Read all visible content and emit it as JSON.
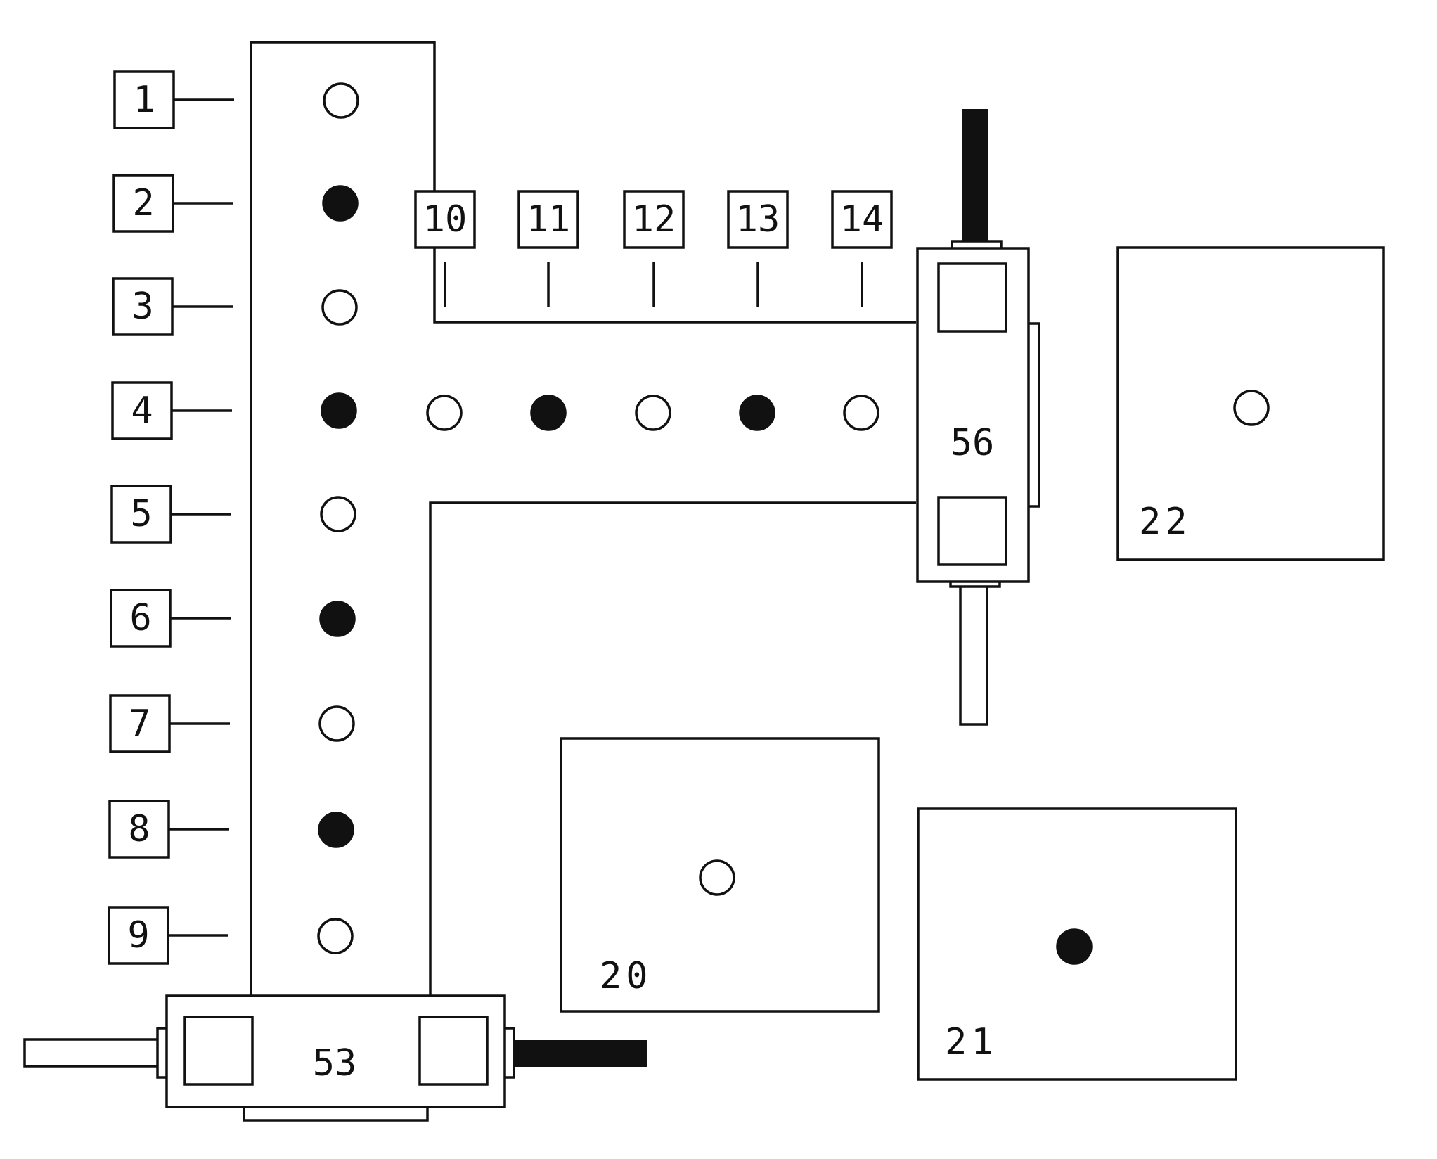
{
  "left_labels": [
    "1",
    "2",
    "3",
    "4",
    "5",
    "6",
    "7",
    "8",
    "9"
  ],
  "top_labels": [
    "10",
    "11",
    "12",
    "13",
    "14"
  ],
  "vertical_holes": [
    "empty",
    "filled",
    "empty",
    "filled",
    "empty",
    "filled",
    "empty",
    "filled",
    "empty"
  ],
  "horizontal_holes": [
    "empty",
    "filled",
    "empty",
    "filled",
    "empty"
  ],
  "module_53": {
    "label": "53"
  },
  "module_56": {
    "label": "56"
  },
  "panels": [
    {
      "label": "22",
      "hole": "empty"
    },
    {
      "label": "20",
      "hole": "empty"
    },
    {
      "label": "21",
      "hole": "filled"
    }
  ],
  "colors": {
    "ink": "#111111",
    "paper": "#ffffff"
  }
}
